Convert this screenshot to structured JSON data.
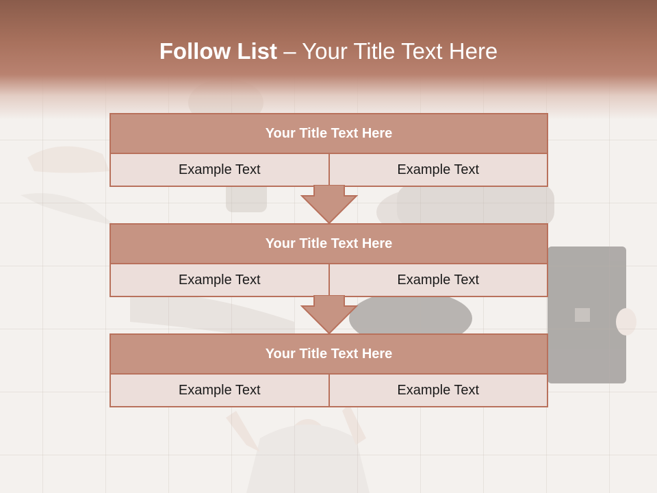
{
  "slide": {
    "title_bold": "Follow List",
    "title_rest": " – Your Title Text Here"
  },
  "blocks": [
    {
      "title": "Your Title Text Here",
      "left": "Example Text",
      "right": "Example Text"
    },
    {
      "title": "Your Title Text Here",
      "left": "Example Text",
      "right": "Example Text"
    },
    {
      "title": "Your Title Text Here",
      "left": "Example Text",
      "right": "Example Text"
    }
  ],
  "colors": {
    "header": "#a8715d",
    "block_header": "#c69483",
    "border": "#b8715c",
    "cell": "#e8d8d3"
  }
}
